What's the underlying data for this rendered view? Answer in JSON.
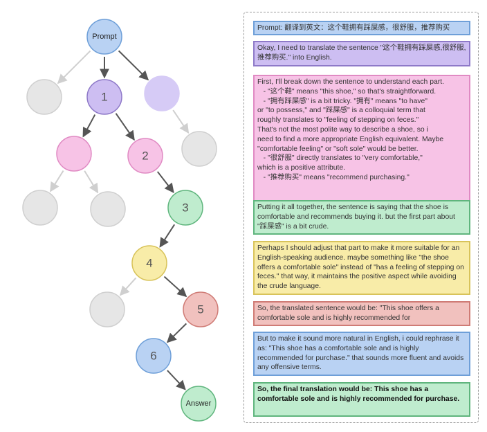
{
  "colors": {
    "blue_fill": "#b9d2f3",
    "blue_stroke": "#6e9fd8",
    "purple_fill": "#cdbef2",
    "purple_stroke": "#8e79c8",
    "pink_fill": "#f7c3e6",
    "pink_stroke": "#e08ac3",
    "green_fill": "#bfecce",
    "green_stroke": "#5fb57d",
    "yellow_fill": "#f8eca8",
    "yellow_stroke": "#d8c35a",
    "red_fill": "#f1c1be",
    "red_stroke": "#cf7b75",
    "gray_fill": "#e6e6e6",
    "gray_stroke": "#cfcfcf"
  },
  "tree": {
    "nodes": [
      {
        "id": "prompt",
        "label": "Prompt",
        "color": "blue",
        "small": true
      },
      {
        "id": "g1",
        "label": "",
        "color": "gray"
      },
      {
        "id": "n1",
        "label": "1",
        "color": "purple"
      },
      {
        "id": "p1",
        "label": "",
        "color": "purple_light"
      },
      {
        "id": "pk",
        "label": "",
        "color": "pink"
      },
      {
        "id": "n2",
        "label": "2",
        "color": "pink"
      },
      {
        "id": "g2",
        "label": "",
        "color": "gray"
      },
      {
        "id": "g3",
        "label": "",
        "color": "gray"
      },
      {
        "id": "g4",
        "label": "",
        "color": "gray"
      },
      {
        "id": "n3",
        "label": "3",
        "color": "green"
      },
      {
        "id": "n4",
        "label": "4",
        "color": "yellow"
      },
      {
        "id": "g5",
        "label": "",
        "color": "gray"
      },
      {
        "id": "n5",
        "label": "5",
        "color": "red"
      },
      {
        "id": "n6",
        "label": "6",
        "color": "blue"
      },
      {
        "id": "ans",
        "label": "Answer",
        "color": "green",
        "small": true
      }
    ],
    "edges": [
      {
        "from": "prompt",
        "to": "g1",
        "active": false
      },
      {
        "from": "prompt",
        "to": "n1",
        "active": true
      },
      {
        "from": "prompt",
        "to": "p1",
        "active": true
      },
      {
        "from": "n1",
        "to": "pk",
        "active": true
      },
      {
        "from": "n1",
        "to": "n2",
        "active": true
      },
      {
        "from": "p1",
        "to": "g2",
        "active": false
      },
      {
        "from": "pk",
        "to": "g3",
        "active": false
      },
      {
        "from": "pk",
        "to": "g4",
        "active": false
      },
      {
        "from": "n2",
        "to": "n3",
        "active": true
      },
      {
        "from": "n3",
        "to": "n4",
        "active": true
      },
      {
        "from": "n4",
        "to": "g5",
        "active": false
      },
      {
        "from": "n4",
        "to": "n5",
        "active": true
      },
      {
        "from": "n5",
        "to": "n6",
        "active": true
      },
      {
        "from": "n6",
        "to": "ans",
        "active": true
      }
    ]
  },
  "steps": [
    {
      "text": "Prompt: 翻译到英文：这个鞋拥有踩屎感，很舒服，推荐购买",
      "color": "blue",
      "bold": false
    },
    {
      "text": "Okay, I need to translate the sentence \"这个鞋拥有踩屎感,很舒服,推荐购买.\" into English.",
      "color": "purple",
      "bold": false
    },
    {
      "text": "First, I'll break down the sentence to understand each part.\n   - \"这个鞋\" means \"this shoe,\" so that's straightforward.\n   - \"拥有踩屎感\" is a bit tricky. \"拥有\" means \"to have\"\nor \"to possess,\" and \"踩屎感\" is a colloquial term that\nroughly translates to \"feeling of stepping on feces.\"\nThat's not the most polite way to describe a shoe, so i\nneed to find a more appropriate English equivalent. Maybe\n\"comfortable feeling\" or \"soft sole\" would be better.\n   - \"很舒服\" directly translates to \"very comfortable,\"\nwhich is a positive attribute.\n   - \"推荐购买\" means \"recommend purchasing.\"",
      "color": "pink",
      "bold": false
    },
    {
      "text": "Putting it all together, the sentence is saying that the shoe is comfortable and recommends buying it. but the first part about \"踩屎感\" is a bit crude.",
      "color": "green",
      "bold": false
    },
    {
      "text": "Perhaps I should adjust that part to make it more suitable for an English-speaking audience. maybe something like \"the shoe offers a comfortable sole\" instead of \"has a feeling of stepping on feces.\" that way, it maintains the positive aspect while avoiding the crude language.",
      "color": "yellow",
      "bold": false
    },
    {
      "text": "So, the translated sentence would be: \"This shoe offers a comfortable sole and is highly recommended for",
      "color": "red",
      "bold": false
    },
    {
      "text": "But to make it sound more natural in English, i could rephrase it as: \"This shoe has a comfortable sole and is highly recommended for purchase.\" that sounds more fluent and avoids any offensive terms.",
      "color": "blue",
      "bold": false
    },
    {
      "text": "So, the final translation would be: This shoe has a comfortable sole and is highly recommended for purchase.",
      "color": "green",
      "bold": true
    }
  ]
}
